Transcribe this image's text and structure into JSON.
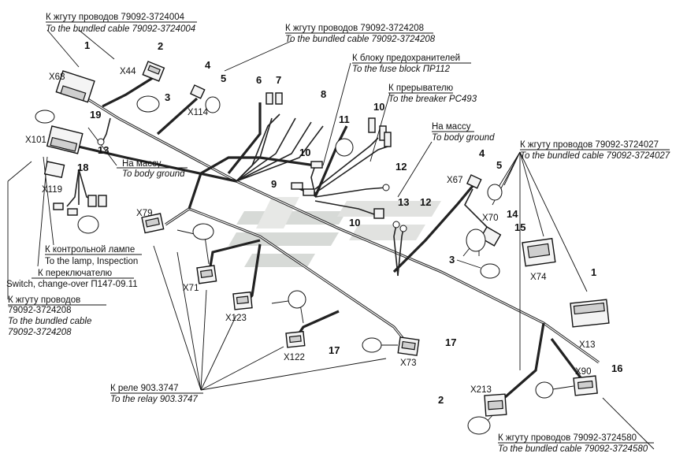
{
  "labels": {
    "cable_3724004_ru": "К жгуту проводов 79092-3724004",
    "cable_3724004_en": "To the bundled cable 79092-3724004",
    "cable_3724208_ru": "К жгуту проводов 79092-3724208",
    "cable_3724208_en": "To the bundled cable 79092-3724208",
    "fuse_ru": "К блоку предохранителей",
    "fuse_en": "To the fuse block ПР112",
    "breaker_ru": "К прерывателю",
    "breaker_en": "To the breaker РС493",
    "ground_ru": "На массу",
    "ground_en": "To body ground",
    "cable_3724027_ru": "К жгуту проводов 79092-3724027",
    "cable_3724027_en": "To the bundled cable 79092-3724027",
    "lamp_ru": "К контрольной лампе",
    "lamp_en": "To the lamp, Inspection",
    "switch_ru": "К переключателю",
    "switch_en": "Switch, change-over П147-09.11",
    "left_cable_l1": "К жгуту проводов",
    "left_cable_l2": "79092-3724208",
    "left_cable_l3": "To the bundled cable",
    "left_cable_l4": "79092-3724208",
    "relay_ru": "К реле 903.3747",
    "relay_en": "To the relay 903.3747",
    "cable_3724580_ru": "К жгуту проводов 79092-3724580",
    "cable_3724580_en": "To the bundled cable 79092-3724580"
  },
  "connectors": {
    "x68": "X68",
    "x44": "X44",
    "x114": "X114",
    "x101": "X101",
    "x119": "X119",
    "x79": "X79",
    "x71": "X71",
    "x123": "X123",
    "x122": "X122",
    "x73": "X73",
    "x67": "X67",
    "x70": "X70",
    "x74": "X74",
    "x13": "X13",
    "x90": "X90",
    "x213": "X213"
  },
  "numbers": {
    "n1a": "1",
    "n2a": "2",
    "n3a": "3",
    "n4a": "4",
    "n5a": "5",
    "n6": "6",
    "n7": "7",
    "n8": "8",
    "n10a": "10",
    "n11": "11",
    "n19": "19",
    "n13a": "13",
    "n18": "18",
    "n10b": "10",
    "n12a": "12",
    "n9": "9",
    "n10c": "10",
    "n13b": "13",
    "n12b": "12",
    "n4b": "4",
    "n5b": "5",
    "n14": "14",
    "n15": "15",
    "n3b": "3",
    "n1b": "1",
    "n16": "16",
    "n2b": "2",
    "n17a": "17",
    "n17b": "17"
  },
  "colors": {
    "ink": "#111111",
    "watermark": "#b8bdb8"
  }
}
